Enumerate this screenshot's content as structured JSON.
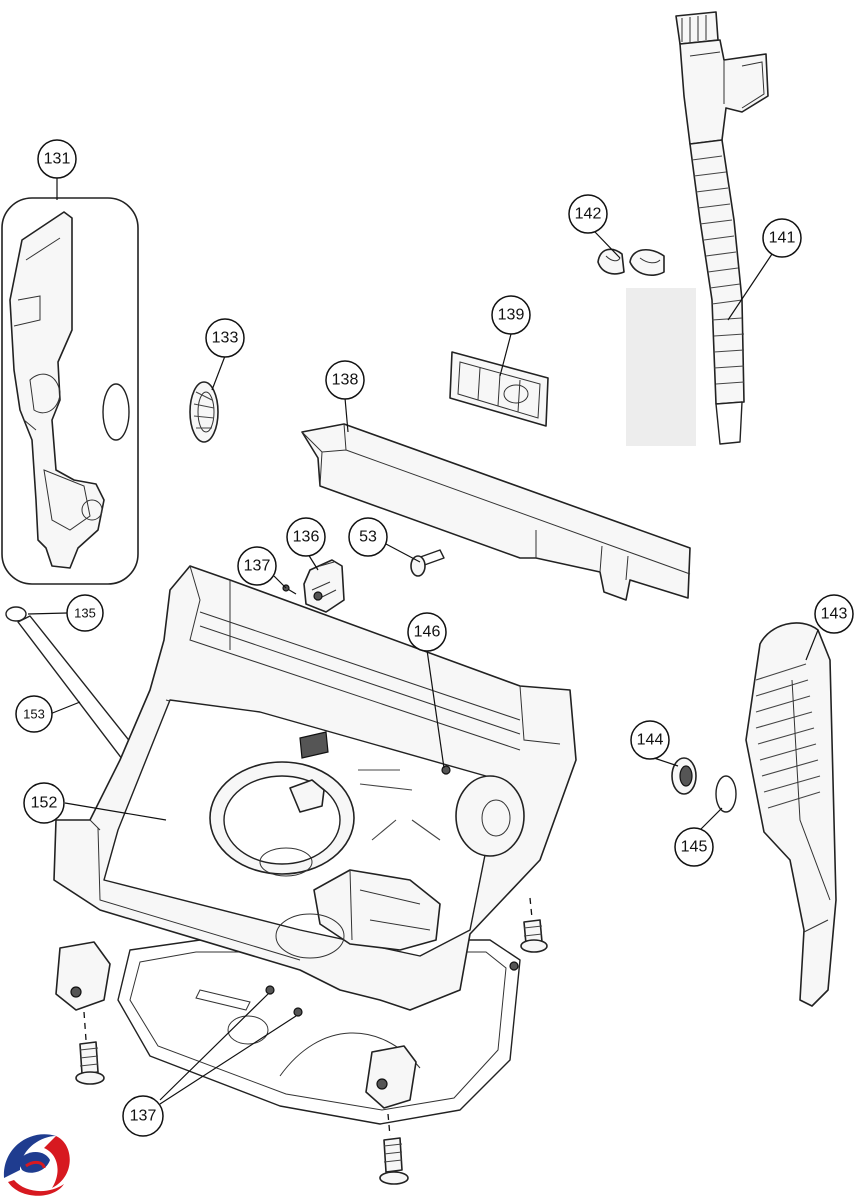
{
  "callouts": {
    "c131": "131",
    "c133": "133",
    "c135": "135",
    "c153": "153",
    "c152": "152",
    "c137a": "137",
    "c136": "136",
    "c53": "53",
    "c138": "138",
    "c139": "139",
    "c142": "142",
    "c141": "141",
    "c146": "146",
    "c143": "143",
    "c144": "144",
    "c145": "145",
    "c137b": "137"
  },
  "logo": {
    "icon": "brand-swirl-icon",
    "colors": [
      "#d71920",
      "#1f3c8f"
    ]
  }
}
